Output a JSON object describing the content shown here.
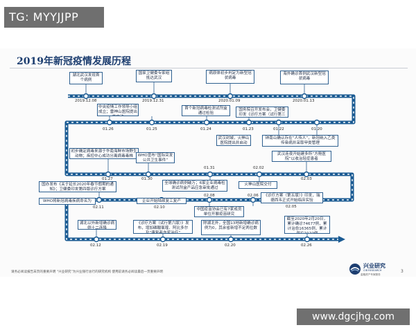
{
  "tg_label": "TG: MYYJJPP",
  "title": "2019年新冠疫情发展历程",
  "events": [
    {
      "date": "2019.12.08",
      "text": "湖北武汉发现首个病例"
    },
    {
      "date": "2019.12.31",
      "text": "国家卫健委专家组抵达武汉"
    },
    {
      "date": "2020.01.09",
      "text": "病原体初步判定为新型冠状病毒"
    },
    {
      "date": "2020.01.13",
      "text": "海外确诊首例武汉新型冠状病毒"
    },
    {
      "date": "01.26",
      "text": "中央疫情工作领导小组成立；雷神山医院提出并启动"
    },
    {
      "date": "01.25",
      "text": ""
    },
    {
      "date": "01.24",
      "text": "首个新冠病毒检测试剂盒通过检验"
    },
    {
      "date": "01.23",
      "text": "国务院召开发布会，卫健委印发《诊疗方案（试行第三版）》"
    },
    {
      "date": "01.22",
      "text": "武汉封城，火神山医院提出并启动"
    },
    {
      "date": "01.20",
      "text": "钟南山确认存在“人传人”，新冠纳入乙类传染病并采取甲类管理"
    },
    {
      "date": "01.27",
      "text": "初步确定病毒来源于华南海鲜市场野生动物；疾控中心成功分离病毒毒株"
    },
    {
      "date": "01.30",
      "text": "WHO宣布“国际突发公共卫生事件”"
    },
    {
      "date": "01.31",
      "text": "全球确诊病例破万；6家企业病毒检测试剂盒产品应急审批通过"
    },
    {
      "date": "02.02",
      "text": "火神山医院交付"
    },
    {
      "date": "02.03",
      "text": "武汉连夜开始建多所“方舱医院”以收治轻症患者"
    },
    {
      "date": "02.11",
      "text": "国办发布《关于延长2020年春节假期的通知》；卫健委印发第四版诊疗方案"
    },
    {
      "date": "02.10",
      "text": "WHO将新冠病毒疾病命名为COVID-19"
    },
    {
      "date": "02.08",
      "text": "企业开始陆续复工复产"
    },
    {
      "date": "02.06",
      "text": "中国疫苗协会已有7家成员单位开展疫苗研究"
    },
    {
      "date": "02.05",
      "text": "《诊疗方案（第五版）》印发，瑞德西韦正式开始临床实验"
    },
    {
      "date": "02.12",
      "text": "湖北以外新增确诊病例十二连降"
    },
    {
      "date": "02.19",
      "text": "《诊疗方案（试行第六版）》发布，增加磷酸氯喹、阿比多尔及“康复者血浆治疗”"
    },
    {
      "date": "02.20",
      "text": "除湖北外，全国13地新增确诊病例为0，其余省新增不足两位数"
    },
    {
      "date": "02.26",
      "text": "截至2020年2月20日，累计确诊74677例，累计治愈16365例，累计死亡2122例"
    }
  ],
  "footer_text": "请务必阅读报告末页的重要声明    “兴业研究”为兴业银行总行的研究机构    使用前请务必阅读最后一页重要声明",
  "page_number": "3",
  "logo_text": "兴业研究",
  "logo_en": "CIB RESEARCH",
  "logo_tagline": "金融资产专家服务",
  "watermark": "www.dgcjhg.com",
  "colors": {
    "accent": "#1b5b93",
    "title": "#1d3e70"
  }
}
